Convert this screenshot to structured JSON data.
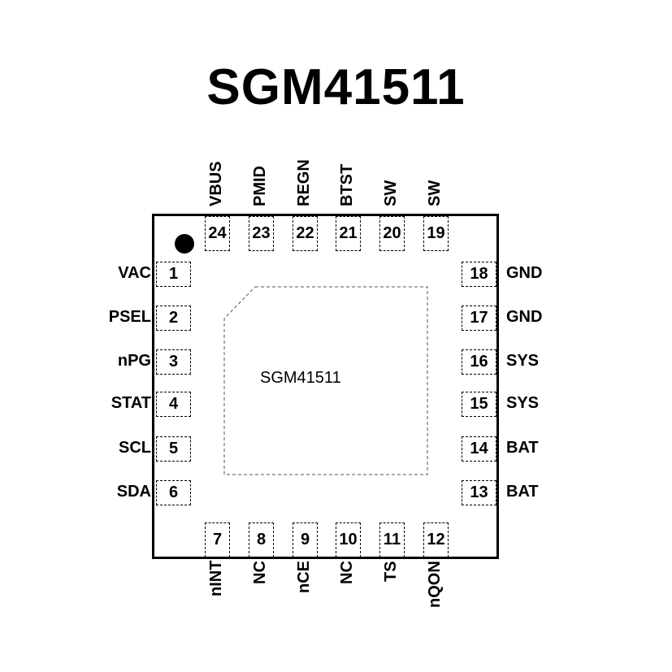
{
  "title": "SGM41511",
  "chip_label": "SGM41511",
  "pins": {
    "left": [
      {
        "num": "1",
        "name": "VAC"
      },
      {
        "num": "2",
        "name": "PSEL"
      },
      {
        "num": "3",
        "name": "nPG"
      },
      {
        "num": "4",
        "name": "STAT"
      },
      {
        "num": "5",
        "name": "SCL"
      },
      {
        "num": "6",
        "name": "SDA"
      }
    ],
    "bottom": [
      {
        "num": "7",
        "name": "nINT"
      },
      {
        "num": "8",
        "name": "NC"
      },
      {
        "num": "9",
        "name": "nCE"
      },
      {
        "num": "10",
        "name": "NC"
      },
      {
        "num": "11",
        "name": "TS"
      },
      {
        "num": "12",
        "name": "nQON"
      }
    ],
    "right": [
      {
        "num": "13",
        "name": "BAT"
      },
      {
        "num": "14",
        "name": "BAT"
      },
      {
        "num": "15",
        "name": "SYS"
      },
      {
        "num": "16",
        "name": "SYS"
      },
      {
        "num": "17",
        "name": "GND"
      },
      {
        "num": "18",
        "name": "GND"
      }
    ],
    "top": [
      {
        "num": "19",
        "name": "SW"
      },
      {
        "num": "20",
        "name": "SW"
      },
      {
        "num": "21",
        "name": "BTST"
      },
      {
        "num": "22",
        "name": "REGN"
      },
      {
        "num": "23",
        "name": "PMID"
      },
      {
        "num": "24",
        "name": "VBUS"
      }
    ]
  }
}
